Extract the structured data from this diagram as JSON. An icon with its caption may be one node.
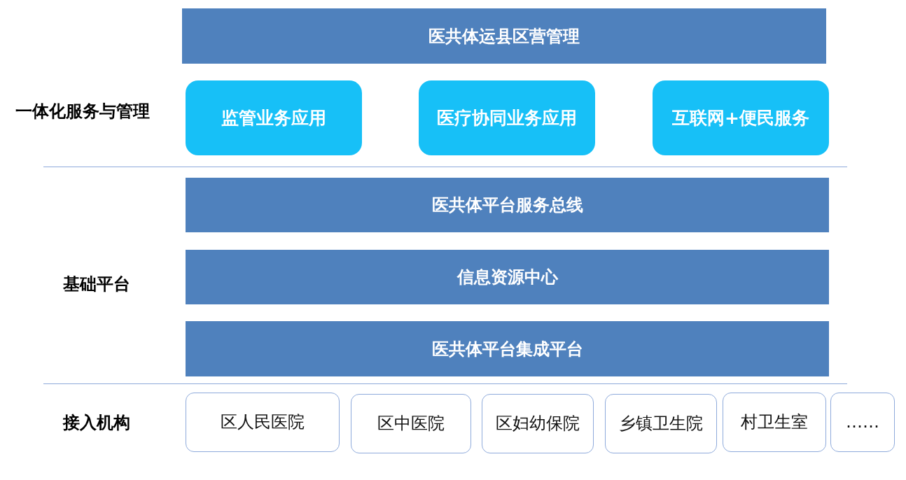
{
  "diagram": {
    "nodes": [
      {
        "text": [
          "医共体运县区营管理"
        ]
      },
      {
        "text": [
          "监管业务应用"
        ]
      },
      {
        "text": [
          "医疗协同业务应用"
        ]
      },
      {
        "text": [
          "互联网+便民服务"
        ]
      },
      {
        "text": [
          "医共体平台服务总线"
        ]
      },
      {
        "text": [
          "信息资源中心"
        ]
      },
      {
        "text": [
          "医共体平台集成平台"
        ]
      },
      {
        "text": [
          "区人民医院"
        ]
      },
      {
        "text": [
          "区中医院"
        ]
      },
      {
        "text": [
          "区妇幼保院"
        ]
      },
      {
        "text": [
          "乡镇卫生院"
        ]
      },
      {
        "text": [
          "村卫生室"
        ]
      },
      {
        "text": [
          "……"
        ]
      }
    ],
    "labels": [
      "一体化服务与管理",
      "基础平台",
      "接入机构"
    ]
  }
}
